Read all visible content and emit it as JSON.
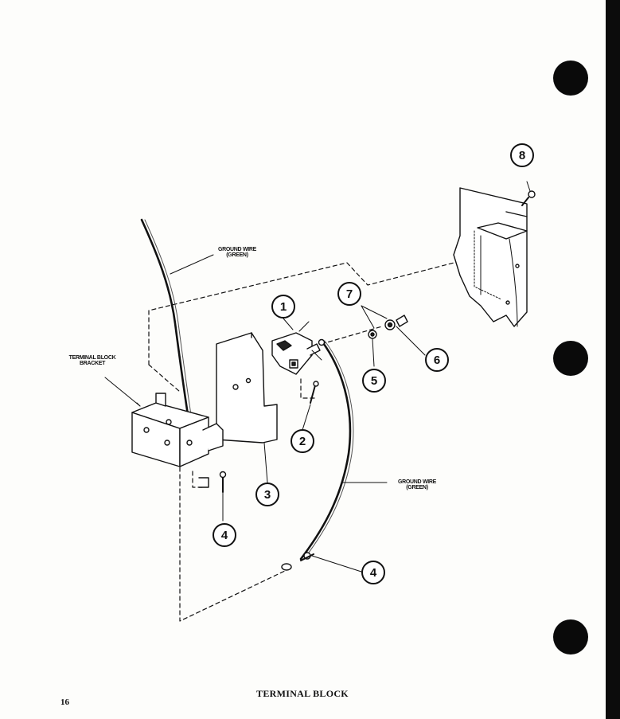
{
  "diagram": {
    "labels": {
      "ground_wire_top": {
        "line1": "GROUND WIRE",
        "line2": "(GREEN)"
      },
      "ground_wire_bottom": {
        "line1": "GROUND WIRE",
        "line2": "(GREEN)"
      },
      "terminal_block_bracket": {
        "line1": "TERMINAL BLOCK",
        "line2": "BRACKET"
      }
    },
    "callouts": {
      "c1": "1",
      "c2": "2",
      "c3": "3",
      "c4a": "4",
      "c4b": "4",
      "c5": "5",
      "c6": "6",
      "c7": "7",
      "c8": "8"
    }
  },
  "footer": {
    "title": "TERMINAL BLOCK",
    "page_number": "16"
  }
}
